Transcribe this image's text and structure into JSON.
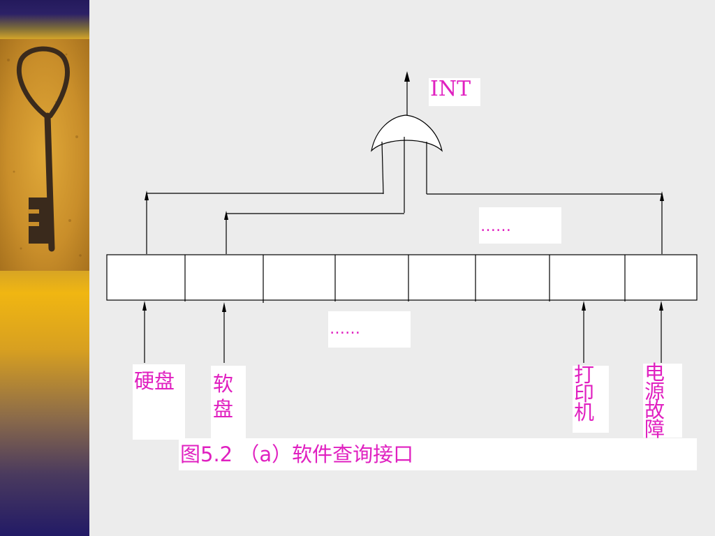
{
  "diagram": {
    "output_label": "INT",
    "ellipsis_top": "……",
    "ellipsis_bottom": "……",
    "devices": {
      "hard_disk": "硬盘",
      "floppy_disk": "软盘",
      "printer": "打印机",
      "power_failure": "电源故障"
    },
    "caption": "图5.2 （a）软件查询接口"
  },
  "colors": {
    "label_text": "#e020c0",
    "line": "#000000",
    "background": "#ececec"
  }
}
